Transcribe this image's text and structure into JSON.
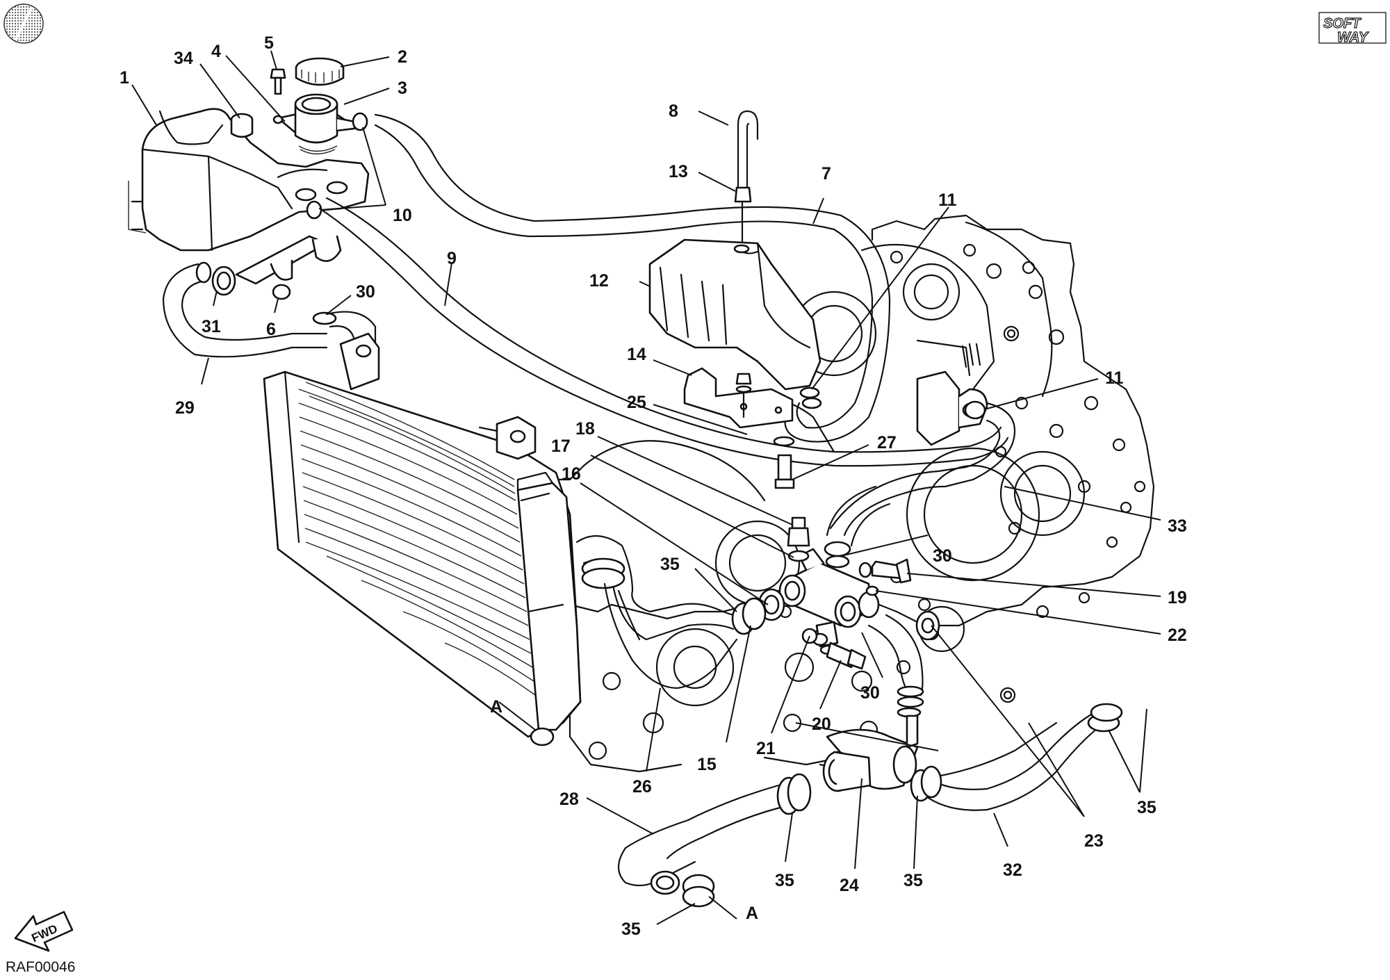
{
  "drawing": {
    "code": "RAF00046",
    "brand_line1": "SOFT",
    "brand_line2": "WAY",
    "direction_arrow": "FWD",
    "view_marker": "A"
  },
  "parts": [
    "1",
    "2",
    "3",
    "4",
    "5",
    "6",
    "7",
    "8",
    "9",
    "10",
    "11",
    "12",
    "13",
    "14",
    "15",
    "16",
    "17",
    "18",
    "19",
    "20",
    "21",
    "22",
    "23",
    "24",
    "25",
    "26",
    "27",
    "28",
    "29",
    "30",
    "31",
    "32",
    "33",
    "34",
    "35"
  ],
  "callouts": [
    {
      "id": "c1",
      "text": "1"
    },
    {
      "id": "c34",
      "text": "34"
    },
    {
      "id": "c4",
      "text": "4"
    },
    {
      "id": "c5",
      "text": "5"
    },
    {
      "id": "c2",
      "text": "2"
    },
    {
      "id": "c3",
      "text": "3"
    },
    {
      "id": "c10",
      "text": "10"
    },
    {
      "id": "c8",
      "text": "8"
    },
    {
      "id": "c13",
      "text": "13"
    },
    {
      "id": "c7",
      "text": "7"
    },
    {
      "id": "c11a",
      "text": "11"
    },
    {
      "id": "c9",
      "text": "9"
    },
    {
      "id": "c12",
      "text": "12"
    },
    {
      "id": "c30a",
      "text": "30"
    },
    {
      "id": "c31",
      "text": "31"
    },
    {
      "id": "c6",
      "text": "6"
    },
    {
      "id": "c29",
      "text": "29"
    },
    {
      "id": "c14",
      "text": "14"
    },
    {
      "id": "c11b",
      "text": "11"
    },
    {
      "id": "c25",
      "text": "25"
    },
    {
      "id": "c18",
      "text": "18"
    },
    {
      "id": "c27",
      "text": "27"
    },
    {
      "id": "c17",
      "text": "17"
    },
    {
      "id": "c16",
      "text": "16"
    },
    {
      "id": "c33",
      "text": "33"
    },
    {
      "id": "c35a",
      "text": "35"
    },
    {
      "id": "c30b",
      "text": "30"
    },
    {
      "id": "c19",
      "text": "19"
    },
    {
      "id": "c22",
      "text": "22"
    },
    {
      "id": "cA1",
      "text": "A"
    },
    {
      "id": "c20",
      "text": "20"
    },
    {
      "id": "c30c",
      "text": "30"
    },
    {
      "id": "c21",
      "text": "21"
    },
    {
      "id": "c15",
      "text": "15"
    },
    {
      "id": "c26",
      "text": "26"
    },
    {
      "id": "c35b",
      "text": "35"
    },
    {
      "id": "c28",
      "text": "28"
    },
    {
      "id": "c23",
      "text": "23"
    },
    {
      "id": "c35c",
      "text": "35"
    },
    {
      "id": "c24",
      "text": "24"
    },
    {
      "id": "c35d",
      "text": "35"
    },
    {
      "id": "c32",
      "text": "32"
    },
    {
      "id": "c35e",
      "text": "35"
    },
    {
      "id": "cA2",
      "text": "A"
    }
  ],
  "colors": {
    "ink": "#111111",
    "paper": "#ffffff"
  },
  "icons": [
    "logo-disc-icon",
    "fwd-arrow-icon"
  ]
}
